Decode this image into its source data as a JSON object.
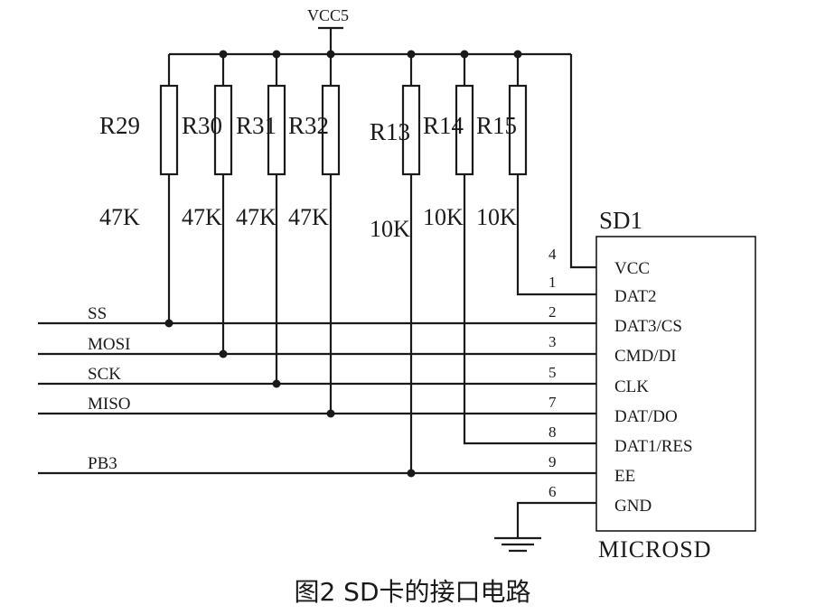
{
  "power": {
    "net": "VCC5"
  },
  "resistors": [
    {
      "ref": "R29",
      "value": "47K"
    },
    {
      "ref": "R30",
      "value": "47K"
    },
    {
      "ref": "R31",
      "value": "47K"
    },
    {
      "ref": "R32",
      "value": "47K"
    },
    {
      "ref": "R13",
      "value": "10K"
    },
    {
      "ref": "R14",
      "value": "10K"
    },
    {
      "ref": "R15",
      "value": "10K"
    }
  ],
  "signals": [
    "SS",
    "MOSI",
    "SCK",
    "MISO",
    "PB3"
  ],
  "connector": {
    "ref": "SD1",
    "name": "MICROSD",
    "pins": [
      {
        "num": "4",
        "name": "VCC"
      },
      {
        "num": "1",
        "name": "DAT2"
      },
      {
        "num": "2",
        "name": "DAT3/CS"
      },
      {
        "num": "3",
        "name": "CMD/DI"
      },
      {
        "num": "5",
        "name": "CLK"
      },
      {
        "num": "7",
        "name": "DAT/DO"
      },
      {
        "num": "8",
        "name": "DAT1/RES"
      },
      {
        "num": "9",
        "name": "EE"
      },
      {
        "num": "6",
        "name": "GND"
      }
    ]
  },
  "caption": "图2 SD卡的接口电路"
}
